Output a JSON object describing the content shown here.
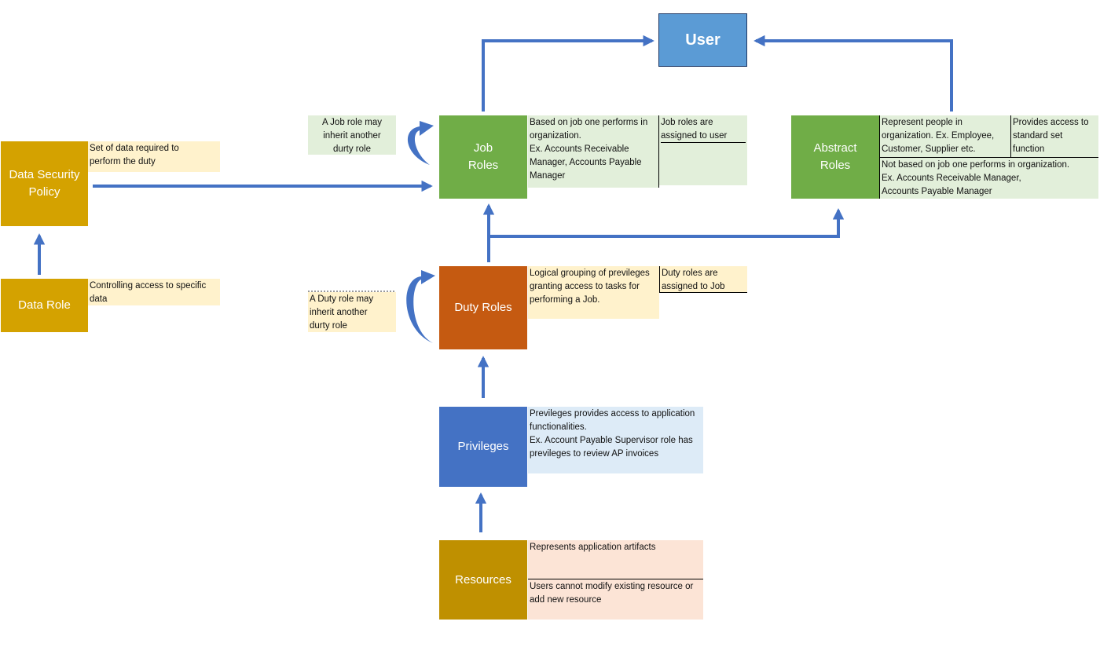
{
  "colors": {
    "arrow": "#4472c4",
    "user": "#5b9bd5",
    "role_green": "#70ad47",
    "policy_gold": "#d4a200",
    "duty_orange": "#c55a11",
    "privileges_blue": "#4472c4",
    "resources_gold": "#bf9000",
    "note_green": "#e2efda",
    "note_yellow": "#fff2cc",
    "note_blue": "#ddebf7",
    "note_peach": "#fce4d6"
  },
  "boxes": {
    "user": "User",
    "job_roles": [
      "Job",
      "Roles"
    ],
    "abstract_roles": [
      "Abstract",
      "Roles"
    ],
    "data_security_policy": [
      "Data Security",
      "Policy"
    ],
    "data_role": "Data Role",
    "duty_roles": "Duty Roles",
    "privileges": "Privileges",
    "resources": "Resources"
  },
  "notes": {
    "job_inherit": [
      "A Job role may",
      "inherit another",
      "durty role"
    ],
    "job_desc": [
      "Based on job one performs in",
      "organization.",
      "Ex. Accounts Receivable",
      "Manager,  Accounts Payable",
      "Manager"
    ],
    "job_assigned": [
      "Job roles are",
      "assigned to user"
    ],
    "abstract_desc": [
      "Represent people in",
      "organization. Ex. Employee,",
      "Customer, Supplier  etc."
    ],
    "abstract_access": [
      "Provides access to",
      "standard set",
      "function"
    ],
    "abstract_not_based": [
      "Not based on job one performs in organization.",
      "Ex. Accounts Receivable Manager,",
      "Accounts Payable Manager"
    ],
    "policy_desc": [
      "Set of data required to",
      "perform the duty"
    ],
    "data_role_desc": [
      "Controlling access to specific",
      "data"
    ],
    "duty_inherit": [
      "A Duty role may",
      "inherit another",
      "durty role"
    ],
    "duty_desc": [
      "Logical grouping of previleges",
      "granting access to tasks for",
      "performing a Job."
    ],
    "duty_assigned": [
      "Duty roles are",
      "assigned to Job"
    ],
    "privileges_desc": [
      "Previleges provides access to application",
      "functionalities.",
      "Ex. Account Payable Supervisor role has",
      "previleges to review AP invoices"
    ],
    "resources_desc1": [
      "Represents application artifacts"
    ],
    "resources_desc2": [
      "Users cannot modify existing resource or",
      "add new resource"
    ]
  }
}
